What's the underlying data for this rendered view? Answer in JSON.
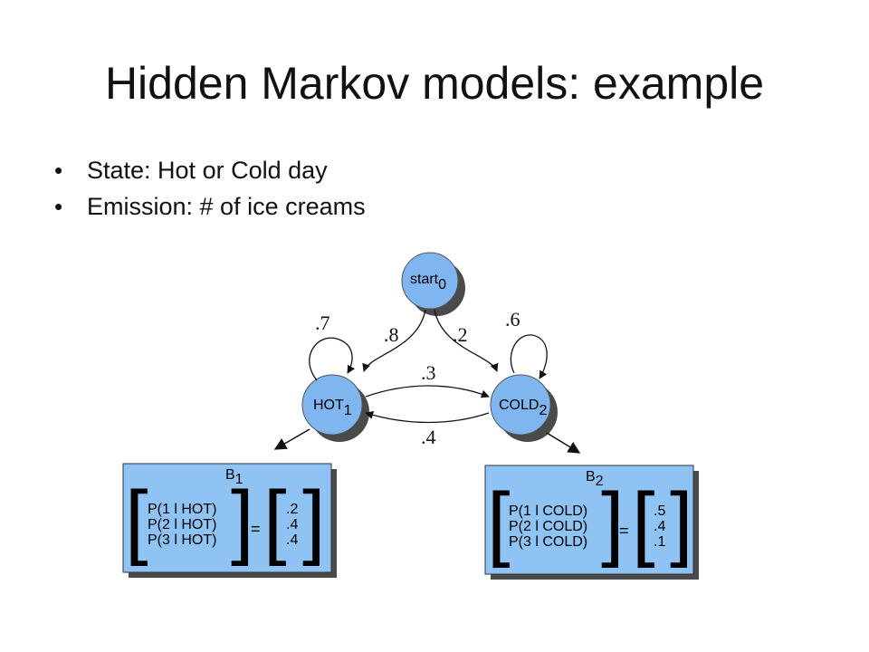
{
  "slide": {
    "title": "Hidden Markov models: example",
    "bullets": [
      {
        "text": "State: Hot or Cold day"
      },
      {
        "text": "Emission: # of ice creams"
      }
    ]
  },
  "diagram": {
    "node_color": "#7fb6f0",
    "box_color": "#8fc3f4",
    "nodes": {
      "start": {
        "label": "start",
        "sub": "0"
      },
      "hot": {
        "label": "HOT",
        "sub": "1"
      },
      "cold": {
        "label": "COLD",
        "sub": "2"
      }
    },
    "transitions": {
      "hot_self": ".7",
      "start_to_hot": ".8",
      "start_to_cold": ".2",
      "cold_self": ".6",
      "hot_to_cold": ".3",
      "cold_to_hot": ".4"
    },
    "emissions": {
      "hot": {
        "title": "B",
        "sub": "1",
        "rows": [
          "P(1 l HOT)",
          "P(2 l HOT)",
          "P(3 l HOT)"
        ],
        "values": [
          ".2",
          ".4",
          ".4"
        ]
      },
      "cold": {
        "title": "B",
        "sub": "2",
        "rows": [
          "P(1 l COLD)",
          "P(2 l COLD)",
          "P(3 l COLD)"
        ],
        "values": [
          ".5",
          ".4",
          ".1"
        ]
      }
    },
    "equals": "=",
    "bracket_open": "[",
    "bracket_close": "]"
  }
}
